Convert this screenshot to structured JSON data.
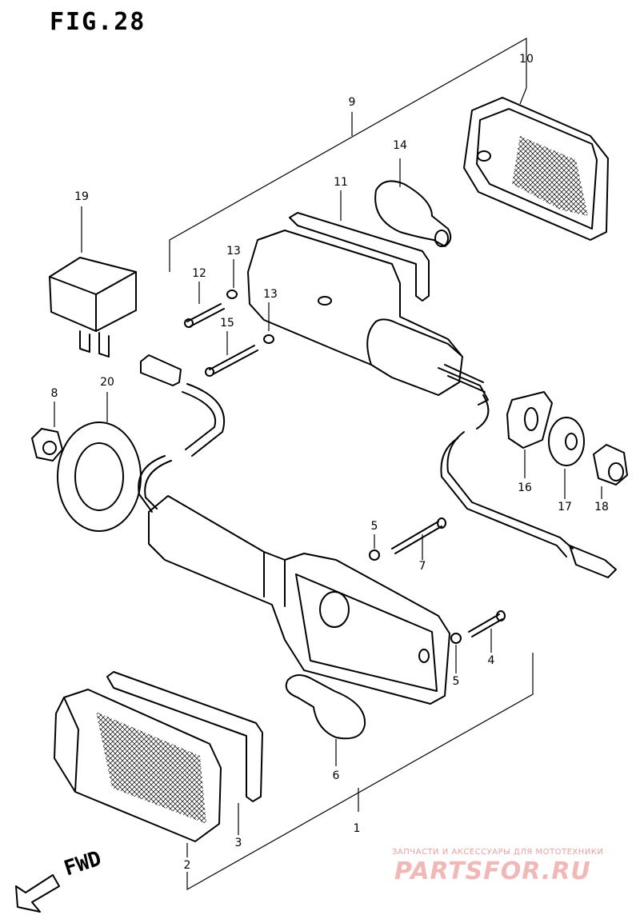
{
  "figure": {
    "title": "FIG.28"
  },
  "callouts": [
    {
      "id": "1",
      "text": "1"
    },
    {
      "id": "2",
      "text": "2"
    },
    {
      "id": "3",
      "text": "3"
    },
    {
      "id": "4",
      "text": "4"
    },
    {
      "id": "5a",
      "text": "5"
    },
    {
      "id": "5b",
      "text": "5"
    },
    {
      "id": "6",
      "text": "6"
    },
    {
      "id": "7",
      "text": "7"
    },
    {
      "id": "8",
      "text": "8"
    },
    {
      "id": "9",
      "text": "9"
    },
    {
      "id": "10",
      "text": "10"
    },
    {
      "id": "11",
      "text": "11"
    },
    {
      "id": "12",
      "text": "12"
    },
    {
      "id": "13a",
      "text": "13"
    },
    {
      "id": "13b",
      "text": "13"
    },
    {
      "id": "14",
      "text": "14"
    },
    {
      "id": "15",
      "text": "15"
    },
    {
      "id": "16",
      "text": "16"
    },
    {
      "id": "17",
      "text": "17"
    },
    {
      "id": "18",
      "text": "18"
    },
    {
      "id": "19",
      "text": "19"
    },
    {
      "id": "20",
      "text": "20"
    }
  ],
  "direction": {
    "label": "FWD",
    "icon": "arrow-down-left-icon"
  },
  "watermark": {
    "tagline": "ЗАПЧАСТИ И АКСЕССУАРЫ ДЛЯ МОТОТЕХНИКИ",
    "logo": "PARTSFOR.RU",
    "color": "#f2b7b7"
  }
}
